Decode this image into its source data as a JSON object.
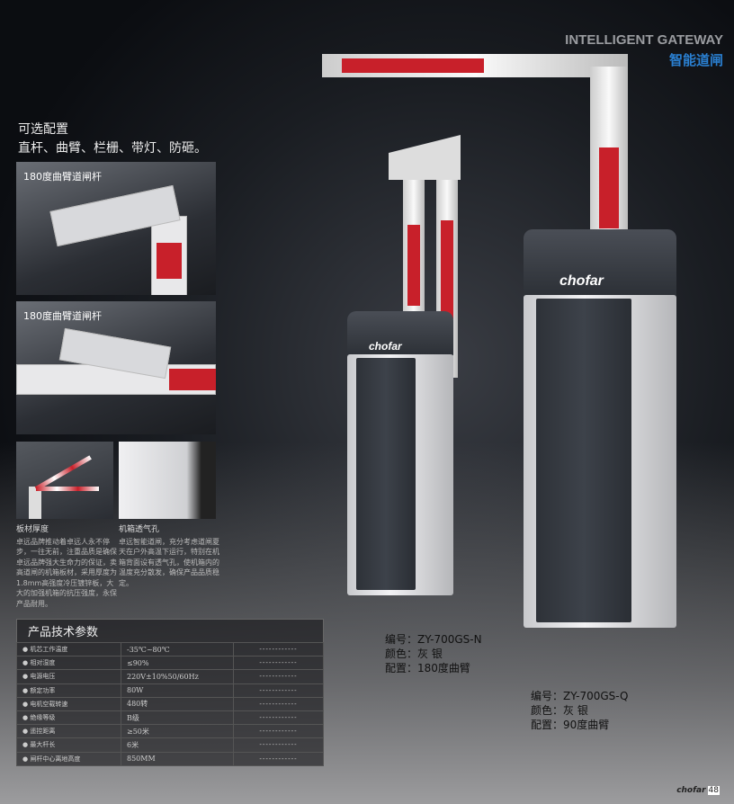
{
  "header": {
    "title_en": "INTELLIGENT GATEWAY",
    "title_cn": "智能道闸"
  },
  "options": {
    "line1": "可选配置",
    "line2": "直杆、曲臂、栏栅、带灯、防砸。"
  },
  "photos": [
    {
      "caption": "180度曲臂道闸杆"
    },
    {
      "caption": "180度曲臂道闸杆"
    }
  ],
  "features": [
    {
      "title": "板材厚度",
      "body": "卓远品牌推动着卓远人永不停步，一往无前，注重品质是确保卓远品牌强大生命力的保证，卖高道闸的机箱板材，采用厚度为1.8mm高强度冷压镀锌板，大大的加强机箱的抗压强度，永保产品耐用。"
    },
    {
      "title": "机箱透气孔",
      "body": "卓远智能道闸，充分考虑道闸夏天在户外高温下运行，特别在机箱背面设有透气孔，使机箱内的温度充分散发，确保产品品质稳定。"
    }
  ],
  "specs": {
    "title": "产品技术参数",
    "rows": [
      {
        "label": "机芯工作温度",
        "value": "-35℃~80℃",
        "extra": "------------"
      },
      {
        "label": "相对湿度",
        "value": "≤90%",
        "extra": "------------"
      },
      {
        "label": "电源电压",
        "value": "220V±10%50/60Hz",
        "extra": "------------"
      },
      {
        "label": "额定功率",
        "value": "80W",
        "extra": "------------"
      },
      {
        "label": "电机空载转速",
        "value": "480转",
        "extra": "------------"
      },
      {
        "label": "绝缘等级",
        "value": "B级",
        "extra": "------------"
      },
      {
        "label": "遥控距离",
        "value": "≥50米",
        "extra": "------------"
      },
      {
        "label": "最大杆长",
        "value": "6米",
        "extra": "------------"
      },
      {
        "label": "闸杆中心离地高度",
        "value": "850MM",
        "extra": "------------"
      }
    ]
  },
  "models": [
    {
      "number": "编号：ZY-700GS-N",
      "color": "颜色：灰  银",
      "config": "配置：180度曲臂",
      "logo": "chofar"
    },
    {
      "number": "编号：ZY-700GS-Q",
      "color": "颜色：灰  银",
      "config": "配置：90度曲臂",
      "logo": "chofar"
    }
  ],
  "footer": {
    "brand": "chofar",
    "page": "48"
  }
}
